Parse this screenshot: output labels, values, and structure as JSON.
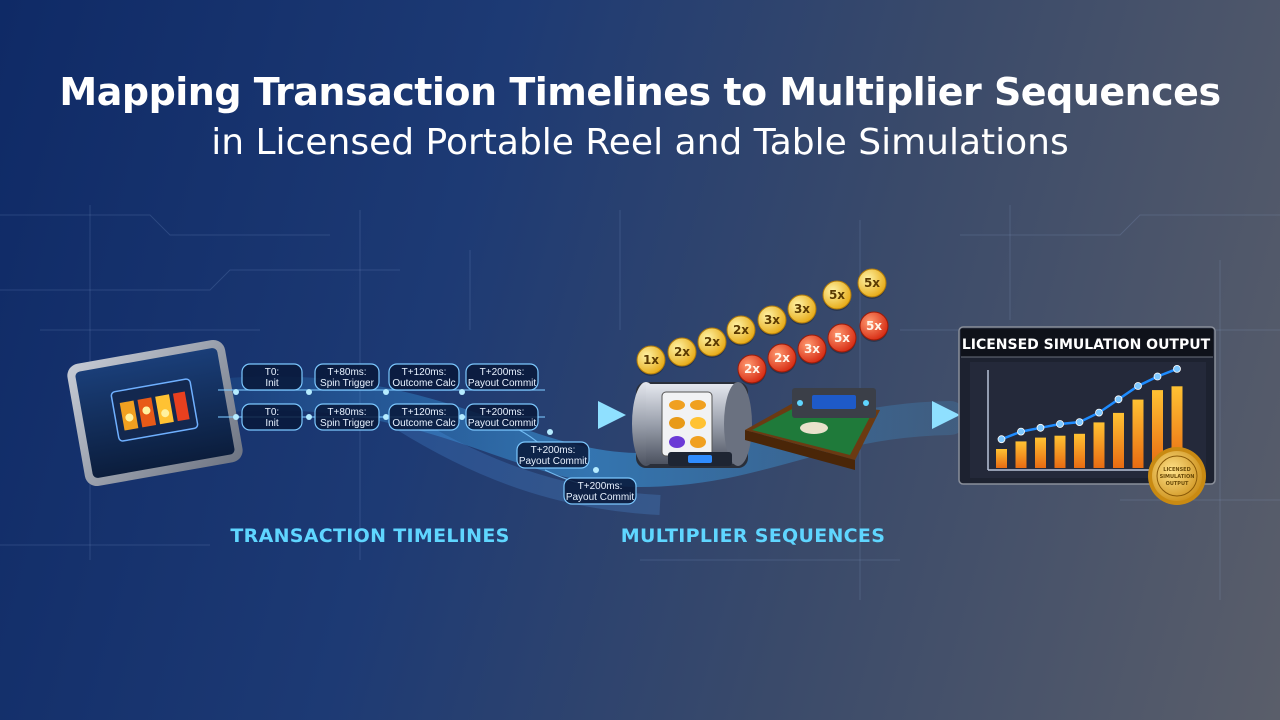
{
  "title": {
    "line1": "Mapping Transaction Timelines to Multiplier Sequences",
    "line2": "in Licensed Portable Reel and Table Simulations"
  },
  "timeline": {
    "label": "TRANSACTION TIMELINES",
    "row1": [
      {
        "time": "T0:",
        "event": "Init"
      },
      {
        "time": "T+80ms:",
        "event": "Spin Trigger"
      },
      {
        "time": "T+120ms:",
        "event": "Outcome Calc"
      },
      {
        "time": "T+200ms:",
        "event": "Payout Commit"
      }
    ],
    "row2": [
      {
        "time": "T0:",
        "event": "Init"
      },
      {
        "time": "T+80ms:",
        "event": "Spin Trigger"
      },
      {
        "time": "T+120ms:",
        "event": "Outcome Calc"
      },
      {
        "time": "T+200ms:",
        "event": "Payout Commit"
      }
    ],
    "branch": [
      {
        "time": "T+200ms:",
        "event": "Payout Commit"
      },
      {
        "time": "T+200ms:",
        "event": "Payout Commit"
      }
    ]
  },
  "multipliers": {
    "label": "MULTIPLIER SEQUENCES",
    "gold_coins": [
      "1x",
      "2x",
      "2x",
      "2x",
      "3x",
      "3x",
      "5x",
      "5x"
    ],
    "red_coins": [
      "2x",
      "2x",
      "3x",
      "5x",
      "5x"
    ],
    "colors": {
      "gold": "#f2c230",
      "red": "#e8401f"
    }
  },
  "output": {
    "title": "LICENSED SIMULATION OUTPUT",
    "chart_data": {
      "type": "bar",
      "bars": [
        1,
        1.4,
        1.6,
        1.7,
        1.8,
        2.4,
        2.9,
        3.6,
        4.1,
        4.3
      ],
      "trend_line": [
        1.2,
        1.6,
        1.8,
        2.0,
        2.1,
        2.6,
        3.3,
        4.0,
        4.5,
        4.9
      ],
      "bar_color": "#f0a020",
      "line_color": "#1e8cff"
    },
    "seal_lines": [
      "LICENSED",
      "SIMULATION",
      "OUTPUT"
    ]
  },
  "colors": {
    "accent": "#5fd6ff",
    "arrow": "#3fb4ff"
  }
}
